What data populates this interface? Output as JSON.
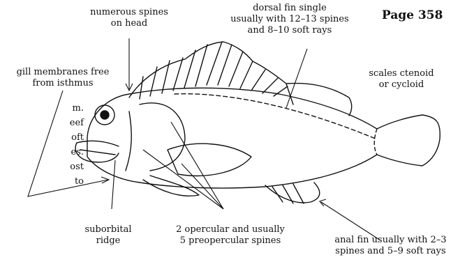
{
  "page_label": "Page 358",
  "labels": {
    "spines_head": "numerous spines\non head",
    "dorsal_fin": "dorsal fin single\nusually with 12–13 spines\nand 8–10 soft rays",
    "gill_membranes": "gill membranes free\nfrom isthmus",
    "scales": "scales ctenoid\nor cycloid",
    "suborbital": "suborbital\nridge",
    "opercular": "2 opercular and usually\n5 preopercular spines",
    "anal_fin": "anal fin usually with 2–3\nspines and 5–9 soft rays"
  },
  "background_text_fragments": [
    "m.",
    "eef",
    "oft",
    "es.",
    "ost",
    "to"
  ],
  "colors": {
    "ink": "#111111",
    "background": "#ffffff"
  }
}
